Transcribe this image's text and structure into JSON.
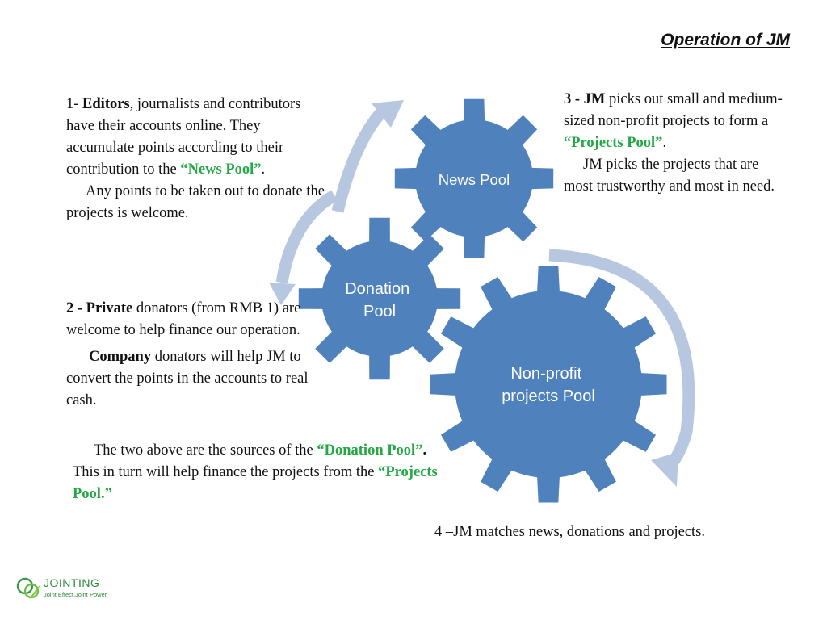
{
  "title": "Operation of JM",
  "colors": {
    "gear": "#4f81bd",
    "arrow": "#b8c7e0",
    "green": "#22a844"
  },
  "gears": [
    {
      "label_lines": [
        "News Pool"
      ]
    },
    {
      "label_lines": [
        "Donation",
        "Pool"
      ]
    },
    {
      "label_lines": [
        "Non-profit",
        "projects Pool"
      ]
    }
  ],
  "para1": {
    "num": "1- ",
    "bold": "Editors",
    "text1": ", journalists and contributors have their accounts online. They  accumulate points according to their contribution to the ",
    "green": "“News Pool”",
    "text2": ".",
    "line2": "Any points to be taken out to donate  the projects is welcome."
  },
  "para2": {
    "num": "2 - ",
    "bold": "Private",
    "text1": " donators (from RMB 1) are welcome  to help finance our operation.",
    "bold2": "Company",
    "text2": " donators will help JM to convert the points in the accounts to real cash."
  },
  "para3": {
    "num": "3 - ",
    "bold": "JM",
    "text1": " picks out small and medium-sized non-profit projects to form a ",
    "green": "“Projects Pool”",
    "text2": ".",
    "line2": "JM picks the projects that are most trustworthy and most in need."
  },
  "para4": {
    "text1": "The two above are the sources of  the ",
    "green": "“Donation Pool”",
    "bold": ". ",
    "text2": "This in turn will help finance the projects from the ",
    "green2": "“Projects Pool.”"
  },
  "para5": {
    "num": "4 –",
    "text": "JM matches news, donations and projects."
  },
  "logo": {
    "name": "JOINTING",
    "tagline": "Joint Effect,Joint Power"
  }
}
